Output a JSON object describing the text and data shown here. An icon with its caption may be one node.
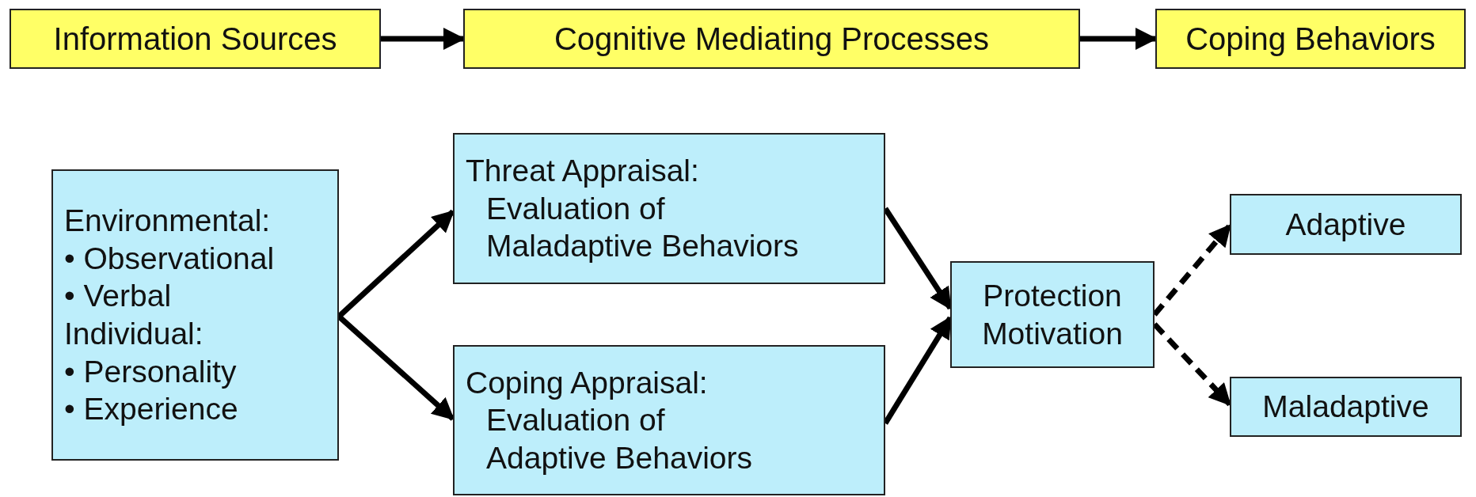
{
  "diagram": {
    "nodes": [
      {
        "text": [
          "Information Sources"
        ]
      },
      {
        "text": [
          "Cognitive Mediating Processes"
        ]
      },
      {
        "text": [
          "Coping Behaviors"
        ]
      },
      {
        "text": [
          "Environmental:",
          "• Observational",
          "• Verbal",
          "Individual:",
          "• Personality",
          "• Experience"
        ]
      },
      {
        "text": [
          "Threat Appraisal:",
          "Evaluation of Maladaptive Behaviors"
        ]
      },
      {
        "text": [
          "Coping Appraisal:",
          "Evaluation of Adaptive Behaviors"
        ]
      },
      {
        "text": [
          "Protection Motivation"
        ]
      },
      {
        "text": [
          "Adaptive"
        ]
      },
      {
        "text": [
          "Maladaptive"
        ]
      }
    ],
    "edges": [
      {
        "from": 0,
        "to": 1,
        "arrow": "to"
      },
      {
        "from": 1,
        "to": 2,
        "arrow": "to"
      },
      {
        "from": 3,
        "to": 4,
        "arrow": "to"
      },
      {
        "from": 3,
        "to": 5,
        "arrow": "to"
      },
      {
        "from": 4,
        "to": 6,
        "arrow": "to"
      },
      {
        "from": 5,
        "to": 6,
        "arrow": "to"
      },
      {
        "from": 6,
        "to": 7,
        "arrow": "to",
        "style": "dashed"
      },
      {
        "from": 6,
        "to": 8,
        "arrow": "to",
        "style": "dashed"
      }
    ]
  }
}
